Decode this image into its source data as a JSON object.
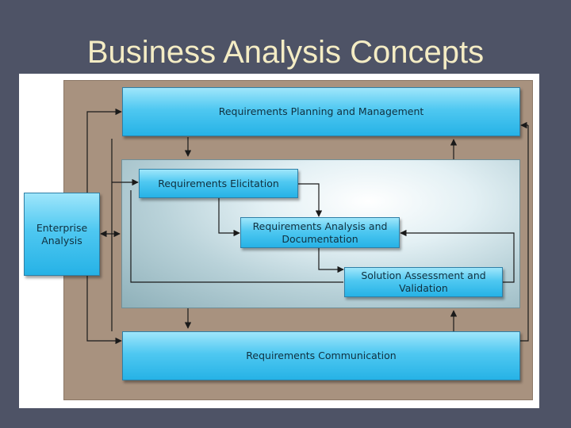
{
  "slide": {
    "title": "Business Analysis Concepts"
  },
  "diagram": {
    "planning": "Requirements Planning and Management",
    "elicitation": "Requirements Elicitation",
    "analysis_line1": "Requirements Analysis and",
    "analysis_line2": "Documentation",
    "solution_line1": "Solution Assessment and",
    "solution_line2": "Validation",
    "enterprise_line1": "Enterprise",
    "enterprise_line2": "Analysis",
    "communication": "Requirements Communication"
  },
  "colors": {
    "background": "#4e5366",
    "title": "#f4ecc4",
    "panel": "#a8927f",
    "box": "#4fc8f1",
    "arrow": "#1a1a1a"
  }
}
